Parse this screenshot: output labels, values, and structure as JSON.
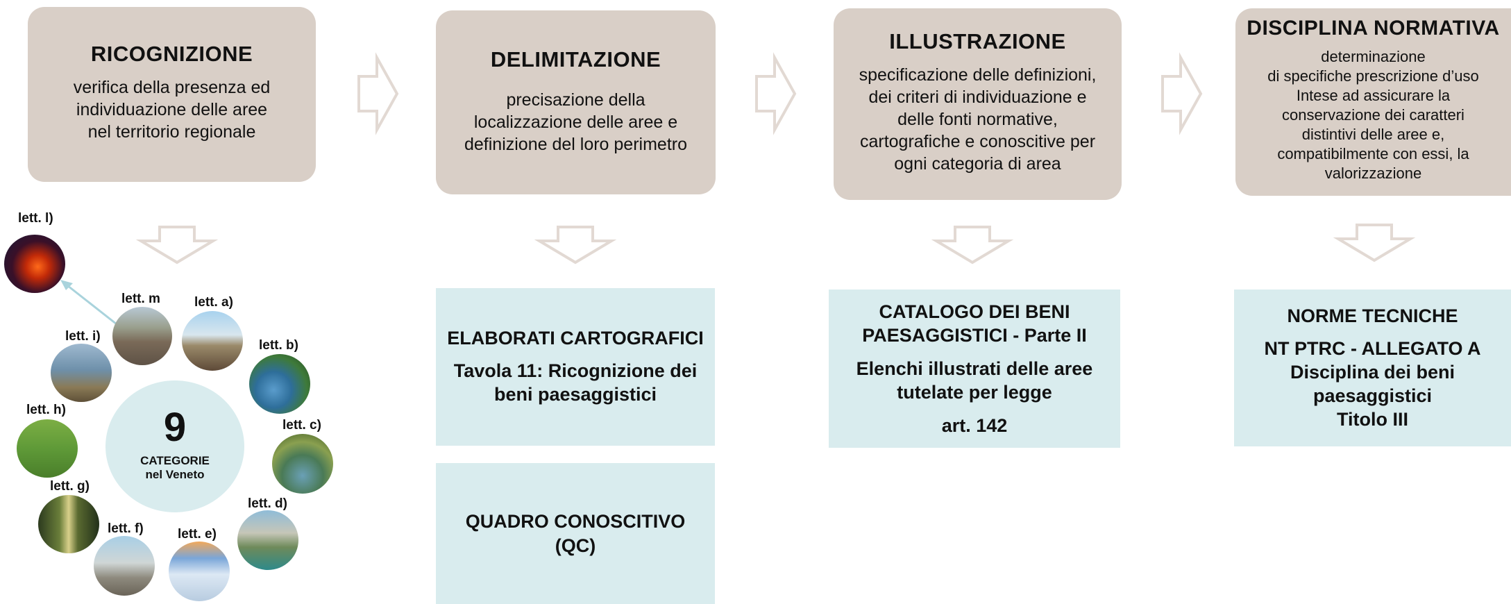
{
  "steps": [
    {
      "title": "RICOGNIZIONE",
      "lines": [
        "verifica della presenza ed",
        "individuazione delle aree",
        "nel territorio regionale"
      ]
    },
    {
      "title": "DELIMITAZIONE",
      "lines": [
        "precisazione della",
        "localizzazione delle aree e",
        "definizione del loro perimetro"
      ]
    },
    {
      "title": "ILLUSTRAZIONE",
      "lines": [
        "specificazione delle definizioni,",
        "dei criteri di individuazione e",
        "delle fonti normative,",
        "cartografiche e conoscitive per",
        "ogni categoria di area"
      ]
    },
    {
      "title": "DISCIPLINA NORMATIVA",
      "lines": [
        "determinazione",
        "di specifiche prescrizione d’uso",
        "Intese ad assicurare la",
        "conservazione dei caratteri",
        "distintivi delle aree e,",
        "compatibilmente con essi, la",
        "valorizzazione"
      ]
    }
  ],
  "outputs": {
    "elaborati": {
      "title": "ELABORATI CARTOGRAFICI",
      "line1": "Tavola 11: Ricognizione dei",
      "line2": "beni paesaggistici"
    },
    "quadro": {
      "line1": "QUADRO CONOSCITIVO",
      "line2": "(QC)"
    },
    "catalogo": {
      "line1": "CATALOGO DEI BENI",
      "line2": "PAESAGGISTICI - Parte II",
      "line3": "Elenchi illustrati delle aree",
      "line4": "tutelate per legge",
      "line5": "art. 142"
    },
    "norme": {
      "title": "NORME TECNICHE",
      "line1": "NT PTRC - ALLEGATO A",
      "line2": "Disciplina dei beni",
      "line3": "paesaggistici",
      "line4": "Titolo III"
    }
  },
  "categories": {
    "number": "9",
    "line1": "CATEGORIE",
    "line2": "nel Veneto",
    "letters": {
      "l": "lett. l)",
      "m": "lett. m",
      "a": "lett. a)",
      "b": "lett. b)",
      "i": "lett. i)",
      "c": "lett. c)",
      "h": "lett. h)",
      "d": "lett. d)",
      "g": "lett. g)",
      "f": "lett. f)",
      "e": "lett. e)"
    }
  },
  "colors": {
    "step_bg": "#d9cfc7",
    "output_bg": "#d9ecee",
    "arrow_stroke": "#e2d9d3",
    "link_arrow": "#a9d3dc"
  }
}
